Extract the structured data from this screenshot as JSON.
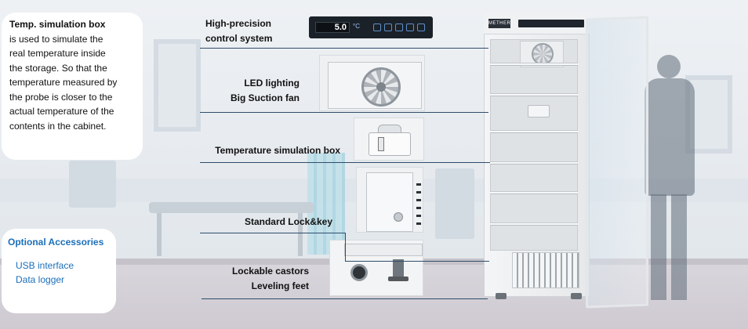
{
  "display_panel": {
    "temperature": "5.0",
    "unit": "°C"
  },
  "freezer": {
    "brand": "METHER"
  },
  "features": [
    {
      "lines": [
        "High-precision",
        "control system"
      ]
    },
    {
      "lines": [
        "LED lighting",
        "Big Suction fan"
      ]
    },
    {
      "lines": [
        "Temperature simulation box"
      ]
    },
    {
      "lines": [
        "Standard Lock&key"
      ]
    },
    {
      "lines": [
        "Lockable castors",
        "Leveling feet"
      ]
    }
  ],
  "temp_card": {
    "title": "Temp. simulation box",
    "body_lines": [
      "is used to simulate the",
      "real temperature inside",
      "the storage. So that the",
      "temperature measured by",
      "the probe is closer to the",
      "actual temperature of the",
      "contents in the cabinet."
    ]
  },
  "accessories": {
    "title": "Optional Accessories",
    "items": [
      "USB interface",
      "Data logger"
    ]
  },
  "colors": {
    "accent_blue": "#1b6fb8",
    "leader_line": "#2f4d6b"
  }
}
